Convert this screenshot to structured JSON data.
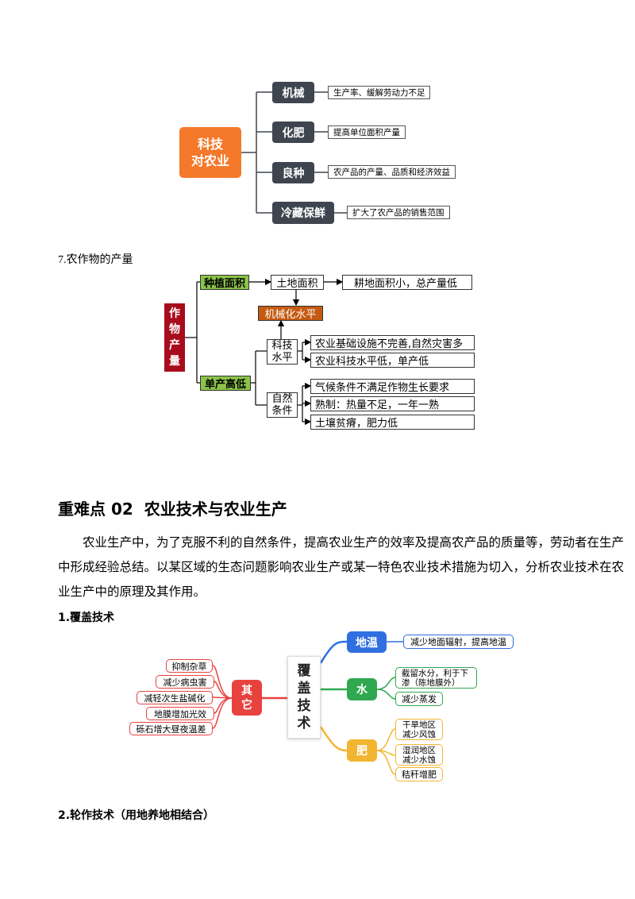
{
  "diagram1": {
    "root": "科技\n对农业",
    "branches": [
      {
        "label": "机械",
        "note": "生产率、缓解劳动力不足"
      },
      {
        "label": "化肥",
        "note": "提高单位面积产量"
      },
      {
        "label": "良种",
        "note": "农产品的产量、品质和经济效益"
      },
      {
        "label": "冷藏保鲜",
        "note": "扩大了农产品的销售范围"
      }
    ]
  },
  "section7_title": "7.农作物的产量",
  "diagram2": {
    "root": "作\n物\n产\n量",
    "area": "种植面积",
    "land": "土地面积",
    "land_note": "耕地面积小，总产量低",
    "mech": "机械化水平",
    "yield": "单产高低",
    "tech": "科技\n水平",
    "tech_notes": [
      "农业基础设施不完善,自然灾害多",
      "农业科技水平低，单产低"
    ],
    "nature": "自然\n条件",
    "nature_notes": [
      "气候条件不满足作物生长要求",
      "熟制：热量不足，一年一熟",
      "土壤贫瘠，肥力低"
    ]
  },
  "heading": "重难点 02  农业技术与农业生产",
  "paragraph": [
    "农业生产中，为了克服不利的自然条件，提高农业生产的效率及提高农产品的质量等，劳动者在生产",
    "中形成经验总结。以某区域的生态问题影响农业生产或某一特色农业技术措施为切入，分析农业技术在农",
    "业生产中的原理及其作用。"
  ],
  "sub1": "1.覆盖技术",
  "mindmap": {
    "center": "覆\n盖\n技\n术",
    "other": "其\n它",
    "other_items": [
      "抑制杂草",
      "减少病虫害",
      "减轻次生盐碱化",
      "地膜增加光效",
      "砾石增大昼夜温差"
    ],
    "temp": "地温",
    "temp_items": [
      "减少地面辐射，提高地温"
    ],
    "water": "水",
    "water_items": [
      "截留水分，利于下\n渗（陈地膜外）",
      "减少蒸发"
    ],
    "fert": "肥",
    "fert_items": [
      "干旱地区\n减少风蚀",
      "湿润地区\n减少水蚀",
      "秸秆增肥"
    ],
    "colors": {
      "orange": "#f4792b",
      "dark": "#3e454f",
      "green": "#8bc34a",
      "brown": "#c55a11",
      "red": "#a80c1c",
      "mm_red": "#e8423f",
      "mm_blue": "#2f6fe0",
      "mm_green": "#2fa84f",
      "mm_yellow": "#f2b531"
    }
  },
  "sub2": "2.轮作技术（用地养地相结合）"
}
